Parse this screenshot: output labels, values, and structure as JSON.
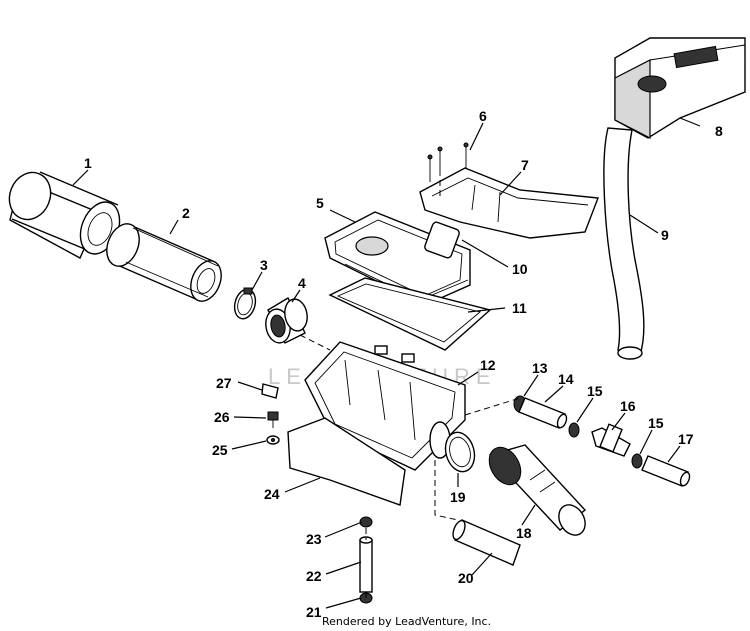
{
  "watermark": "LEADVENTURE",
  "credit": "Rendered by LeadVenture, Inc.",
  "callouts": [
    "1",
    "2",
    "3",
    "4",
    "5",
    "6",
    "7",
    "8",
    "9",
    "10",
    "11",
    "12",
    "13",
    "14",
    "15",
    "16",
    "15",
    "17",
    "18",
    "19",
    "20",
    "21",
    "22",
    "23",
    "24",
    "25",
    "26",
    "27"
  ]
}
